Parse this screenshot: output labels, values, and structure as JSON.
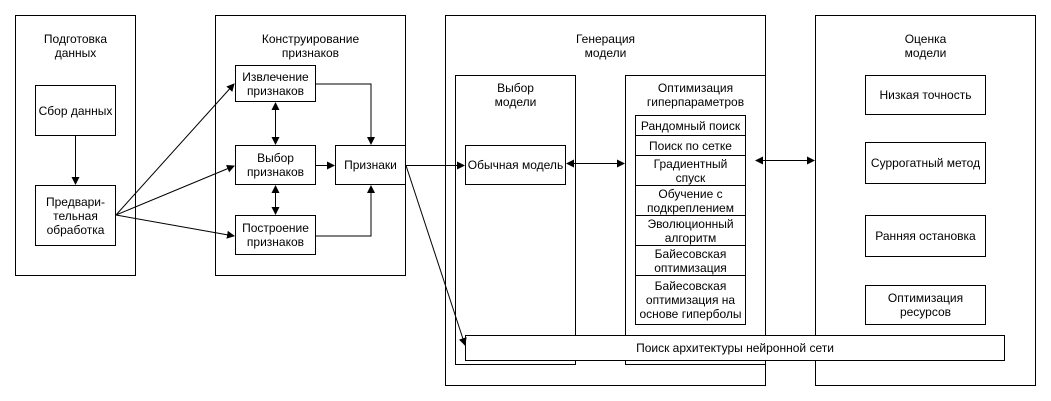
{
  "stages": {
    "data_prep": "Подготовка\nданных",
    "feature_eng": "Конструирование\nпризнаков",
    "model_gen": "Генерация\nмодели",
    "model_eval": "Оценка\nмодели"
  },
  "data_prep": {
    "collect": "Сбор данных",
    "preprocess": "Предвари-\nтельная\nобработка"
  },
  "feature_eng": {
    "extract": "Извлечение\nпризнаков",
    "select": "Выбор\nпризнаков",
    "construct": "Построение\nпризнаков",
    "features": "Признаки"
  },
  "model_gen": {
    "model_select_title": "Выбор\nмодели",
    "ordinary_model": "Обычная модель",
    "hpo_title": "Оптимизация\nгиперпараметров",
    "hpo_methods": [
      "Рандомный поиск",
      "Поиск по сетке",
      "Градиентный\nспуск",
      "Обучение с\nподкреплением",
      "Эволюционный\nалгоритм",
      "Байесовская\nоптимизация",
      "Байесовская\nоптимизация на\nоснове гиперболы"
    ],
    "nas": "Поиск архитектуры нейронной сети"
  },
  "model_eval": {
    "methods": [
      "Низкая точность",
      "Суррогатный метод",
      "Ранняя остановка",
      "Оптимизация\nресурсов"
    ]
  }
}
